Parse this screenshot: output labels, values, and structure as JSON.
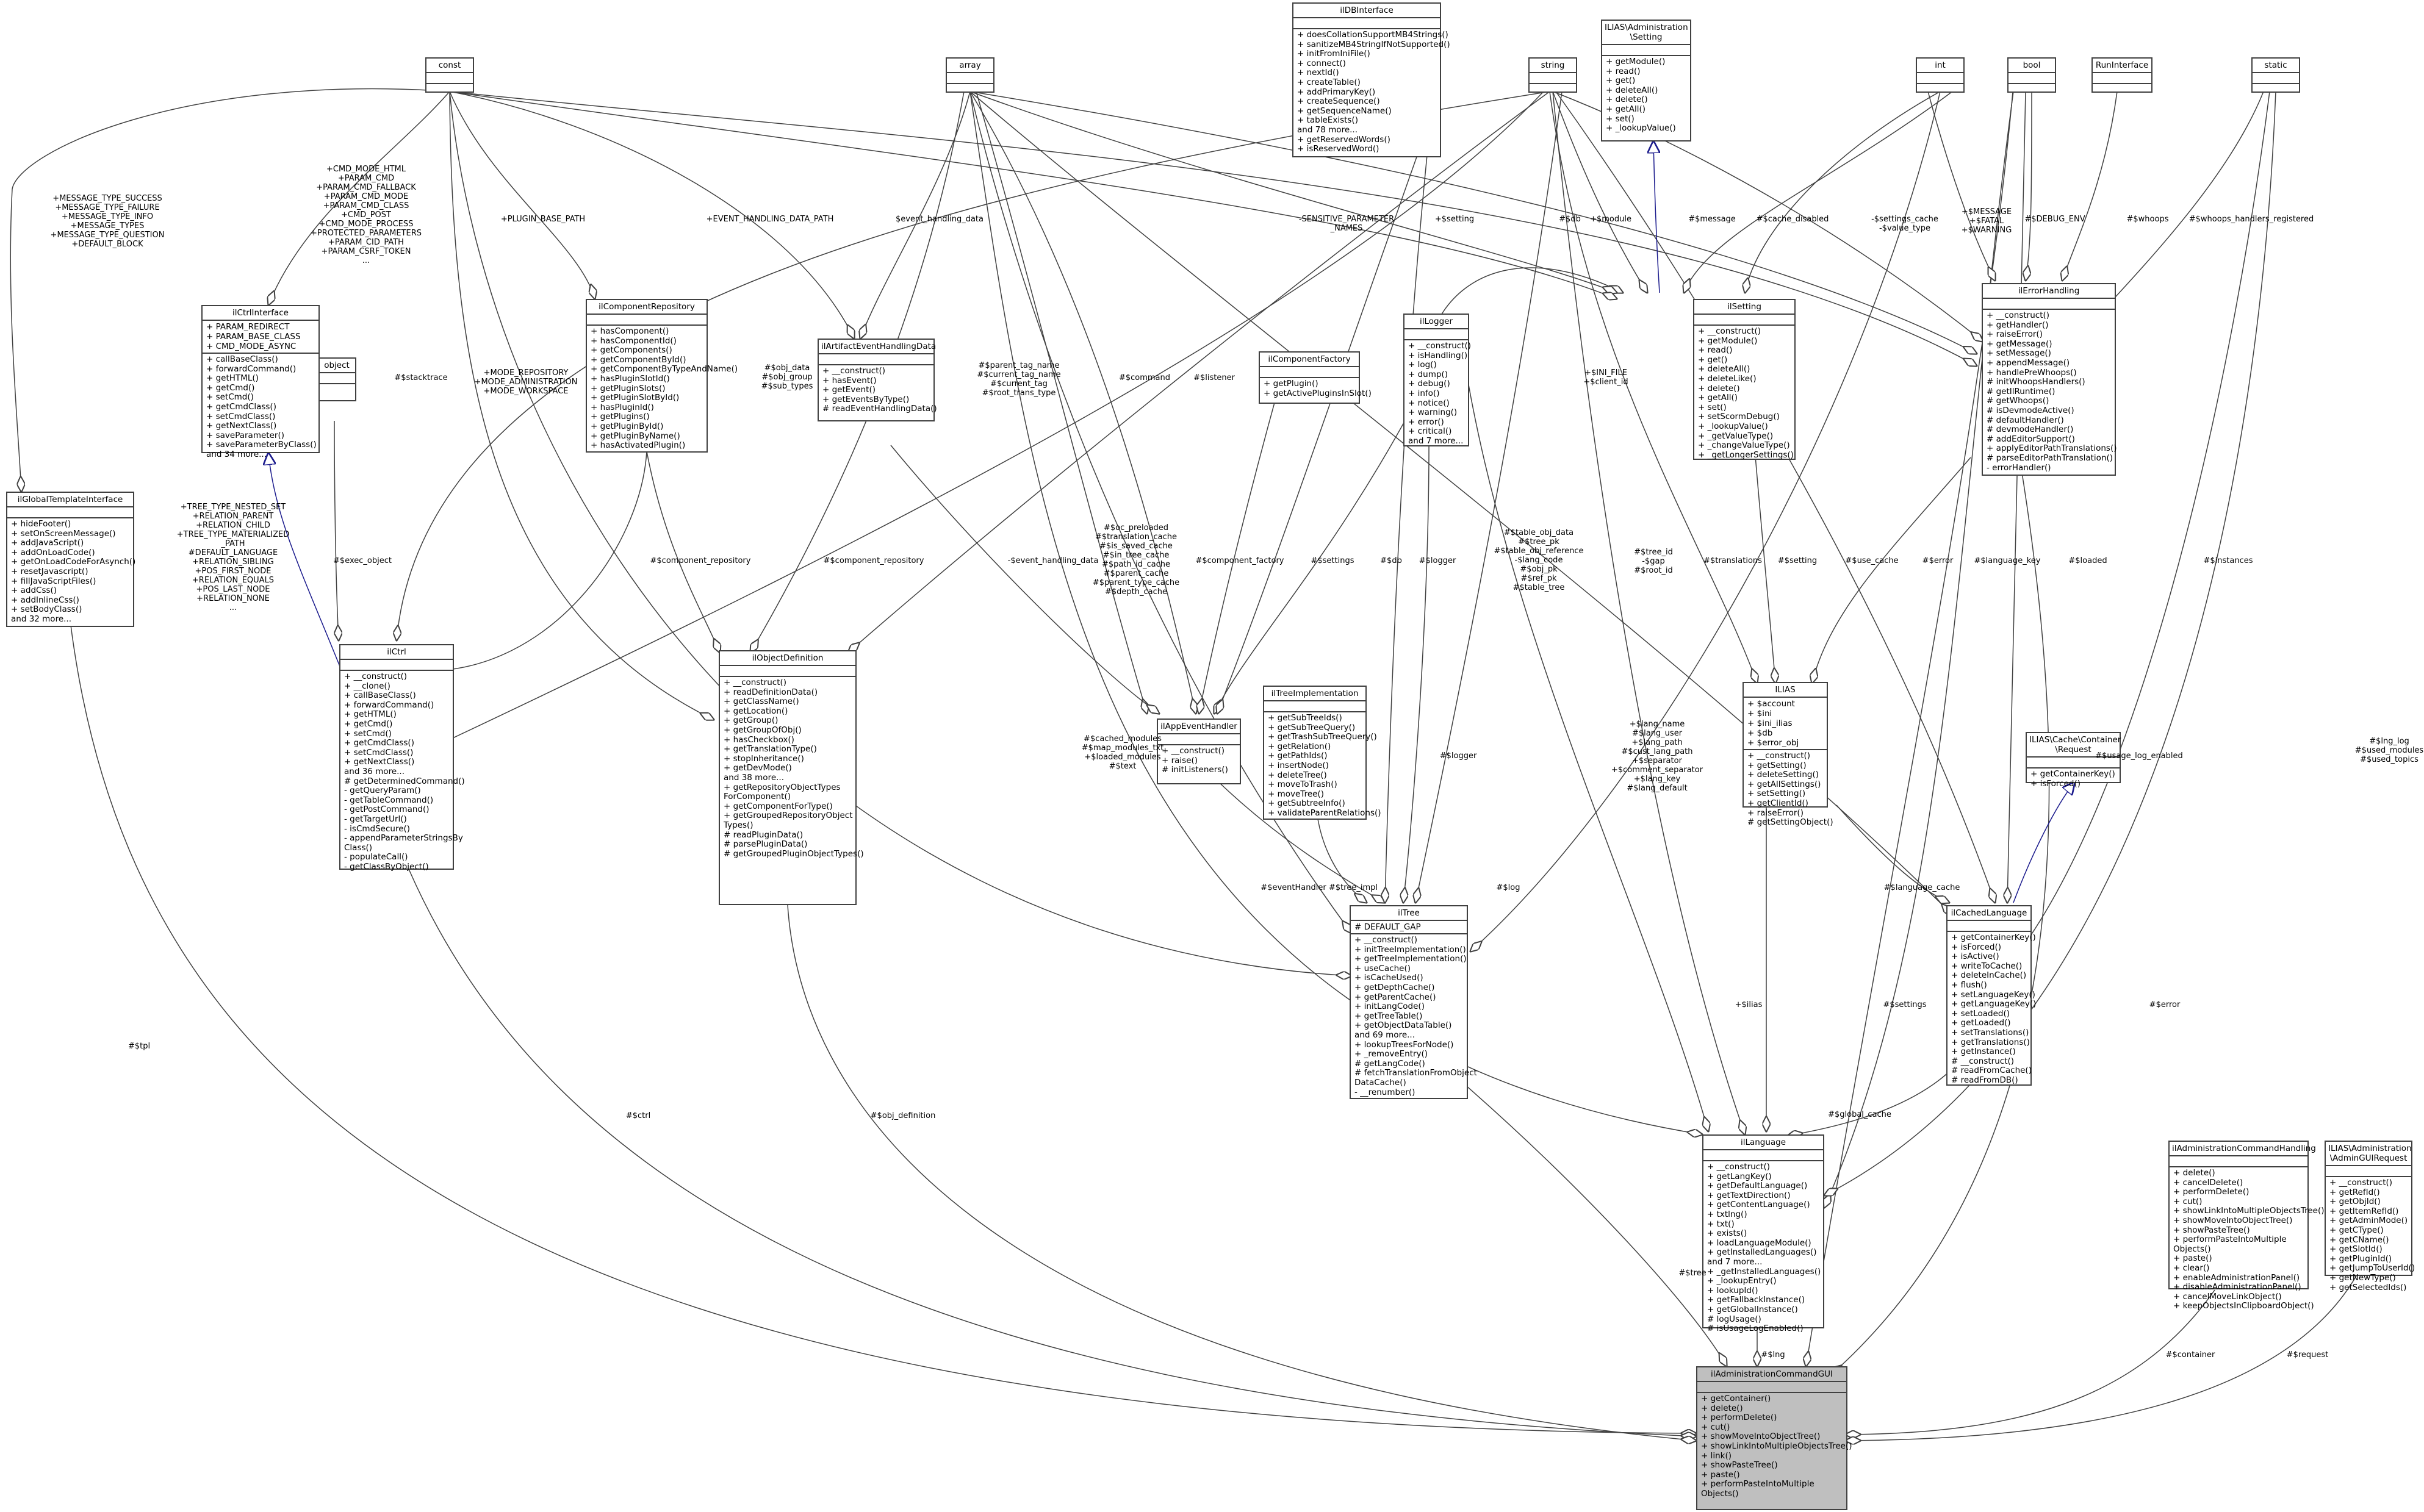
{
  "nodes": {
    "ilIDBInterface": {
      "title": "ilDBInterface",
      "attrs": [],
      "ops": [
        "+ doesCollationSupportMB4Strings()",
        "+ sanitizeMB4StringIfNotSupported()",
        "+ initFromIniFile()",
        "+ connect()",
        "+ nextId()",
        "+ createTable()",
        "+ addPrimaryKey()",
        "+ createSequence()",
        "+ getSequenceName()",
        "+ tableExists()",
        "and 78 more...",
        "+ getReservedWords()",
        "+ isReservedWord()"
      ]
    },
    "ILIASSetting": {
      "title": "ILIAS\\Administration\n\\Setting",
      "attrs": [],
      "ops": [
        "+ getModule()",
        "+ read()",
        "+ get()",
        "+ deleteAll()",
        "+ delete()",
        "+ getAll()",
        "+ set()",
        "+ _lookupValue()"
      ]
    },
    "const": {
      "title": "const",
      "attrs": [],
      "ops": []
    },
    "array": {
      "title": "array",
      "attrs": [],
      "ops": []
    },
    "string": {
      "title": "string",
      "attrs": [],
      "ops": []
    },
    "int": {
      "title": "int",
      "attrs": [],
      "ops": []
    },
    "bool": {
      "title": "bool",
      "attrs": [],
      "ops": []
    },
    "RunInterface": {
      "title": "RunInterface",
      "attrs": [],
      "ops": []
    },
    "static": {
      "title": "static",
      "attrs": [],
      "ops": []
    },
    "object": {
      "title": "object",
      "attrs": [],
      "ops": []
    },
    "ilCtrlInterface": {
      "title": "ilCtrlInterface",
      "attrs": [
        "+ PARAM_REDIRECT",
        "+ PARAM_BASE_CLASS",
        "+ CMD_MODE_ASYNC"
      ],
      "ops": [
        "+ callBaseClass()",
        "+ forwardCommand()",
        "+ getHTML()",
        "+ getCmd()",
        "+ setCmd()",
        "+ getCmdClass()",
        "+ setCmdClass()",
        "+ getNextClass()",
        "+ saveParameter()",
        "+ saveParameterByClass()",
        "and 34 more..."
      ]
    },
    "ilComponentRepository": {
      "title": "ilComponentRepository",
      "attrs": [],
      "ops": [
        "+ hasComponent()",
        "+ hasComponentId()",
        "+ getComponents()",
        "+ getComponentById()",
        "+ getComponentByTypeAndName()",
        "+ hasPluginSlotId()",
        "+ getPluginSlots()",
        "+ getPluginSlotById()",
        "+ hasPluginId()",
        "+ getPlugins()",
        "+ getPluginById()",
        "+ getPluginByName()",
        "+ hasActivatedPlugin()"
      ]
    },
    "ilArtifactEventHandlingData": {
      "title": "ilArtifactEventHandlingData",
      "attrs": [],
      "ops": [
        "+ __construct()",
        "+ hasEvent()",
        "+ getEvent()",
        "+ getEventsByType()",
        "# readEventHandlingData()"
      ]
    },
    "ilComponentFactory": {
      "title": "ilComponentFactory",
      "attrs": [],
      "ops": [
        "+ getPlugin()",
        "+ getActivePluginsInSlot()"
      ]
    },
    "ilLogger": {
      "title": "ilLogger",
      "attrs": [],
      "ops": [
        "+ __construct()",
        "+ isHandling()",
        "+ log()",
        "+ dump()",
        "+ debug()",
        "+ info()",
        "+ notice()",
        "+ warning()",
        "+ error()",
        "+ critical()",
        "and 7 more..."
      ]
    },
    "ilSetting": {
      "title": "ilSetting",
      "attrs": [],
      "ops": [
        "+ __construct()",
        "+ getModule()",
        "+ read()",
        "+ get()",
        "+ deleteAll()",
        "+ deleteLike()",
        "+ delete()",
        "+ getAll()",
        "+ set()",
        "+ setScormDebug()",
        "+ _lookupValue()",
        "+ _getValueType()",
        "+ _changeValueType()",
        "+ _getLongerSettings()"
      ]
    },
    "ilErrorHandling": {
      "title": "ilErrorHandling",
      "attrs": [],
      "ops": [
        "+ __construct()",
        "+ getHandler()",
        "+ raiseError()",
        "+ getMessage()",
        "+ setMessage()",
        "+ appendMessage()",
        "+ handlePreWhoops()",
        "# initWhoopsHandlers()",
        "# getIlRuntime()",
        "# getWhoops()",
        "# isDevmodeActive()",
        "# defaultHandler()",
        "# devmodeHandler()",
        "# addEditorSupport()",
        "+ applyEditorPathTranslations()",
        "# parseEditorPathTranslation()",
        "- errorHandler()"
      ]
    },
    "ilGlobalTemplateInterface": {
      "title": "ilGlobalTemplateInterface",
      "attrs": [],
      "ops": [
        "+ hideFooter()",
        "+ setOnScreenMessage()",
        "+ addJavaScript()",
        "+ addOnLoadCode()",
        "+ getOnLoadCodeForAsynch()",
        "+ resetJavascript()",
        "+ fillJavaScriptFiles()",
        "+ addCss()",
        "+ addInlineCss()",
        "+ setBodyClass()",
        "and 32 more..."
      ]
    },
    "ilCtrl": {
      "title": "ilCtrl",
      "attrs": [],
      "ops": [
        "+ __construct()",
        "+ __clone()",
        "+ callBaseClass()",
        "+ forwardCommand()",
        "+ getHTML()",
        "+ getCmd()",
        "+ setCmd()",
        "+ getCmdClass()",
        "+ setCmdClass()",
        "+ getNextClass()",
        "and 36 more...",
        "# getDeterminedCommand()",
        "- getQueryParam()",
        "- getTableCommand()",
        "- getPostCommand()",
        "- getTargetUrl()",
        "- isCmdSecure()",
        "- appendParameterStringsBy",
        "Class()",
        "- populateCall()",
        "- getClassByObject()"
      ]
    },
    "ilObjectDefinition": {
      "title": "ilObjectDefinition",
      "attrs": [],
      "ops": [
        "+ __construct()",
        "+ readDefinitionData()",
        "+ getClassName()",
        "+ getLocation()",
        "+ getGroup()",
        "+ getGroupOfObj()",
        "+ hasCheckbox()",
        "+ getTranslationType()",
        "+ stopInheritance()",
        "+ getDevMode()",
        "and 38 more...",
        "+ getRepositoryObjectTypes",
        "ForComponent()",
        "+ getComponentForType()",
        "+ getGroupedRepositoryObject",
        "Types()",
        "# readPluginData()",
        "# parsePluginData()",
        "# getGroupedPluginObjectTypes()"
      ]
    },
    "ilAppEventHandler": {
      "title": "ilAppEventHandler",
      "attrs": [],
      "ops": [
        "+ __construct()",
        "+ raise()",
        "# initListeners()"
      ]
    },
    "ilTreeImplementation": {
      "title": "ilTreeImplementation",
      "attrs": [],
      "ops": [
        "+ getSubTreeIds()",
        "+ getSubTreeQuery()",
        "+ getTrashSubTreeQuery()",
        "+ getRelation()",
        "+ getPathIds()",
        "+ insertNode()",
        "+ deleteTree()",
        "+ moveToTrash()",
        "+ moveTree()",
        "+ getSubtreeInfo()",
        "+ validateParentRelations()"
      ]
    },
    "ILIAS": {
      "title": "ILIAS",
      "attrs": [
        "+ $account",
        "+ $ini",
        "+ $ini_ilias",
        "+ $db",
        "+ $error_obj"
      ],
      "ops": [
        "+ __construct()",
        "+ getSetting()",
        "+ deleteSetting()",
        "+ getAllSettings()",
        "+ setSetting()",
        "+ getClientId()",
        "+ raiseError()",
        "# getSettingObject()"
      ]
    },
    "ILIASCacheContainerRequest": {
      "title": "ILIAS\\Cache\\Container\n\\Request",
      "attrs": [],
      "ops": [
        "+ getContainerKey()",
        "+ isForced()"
      ]
    },
    "ilTree": {
      "title": "ilTree",
      "attrs": [
        "# DEFAULT_GAP"
      ],
      "ops": [
        "+ __construct()",
        "+ initTreeImplementation()",
        "+ getTreeImplementation()",
        "+ useCache()",
        "+ isCacheUsed()",
        "+ getDepthCache()",
        "+ getParentCache()",
        "+ initLangCode()",
        "+ getTreeTable()",
        "+ getObjectDataTable()",
        "and 69 more...",
        "+ lookupTreesForNode()",
        "+ _removeEntry()",
        "# getLangCode()",
        "# fetchTranslationFromObject",
        "DataCache()",
        "- __renumber()"
      ]
    },
    "ilCachedLanguage": {
      "title": "ilCachedLanguage",
      "attrs": [],
      "ops": [
        "+ getContainerKey()",
        "+ isForced()",
        "+ isActive()",
        "+ writeToCache()",
        "+ deleteInCache()",
        "+ flush()",
        "+ setLanguageKey()",
        "+ getLanguageKey()",
        "+ setLoaded()",
        "+ getLoaded()",
        "+ setTranslations()",
        "+ getTranslations()",
        "+ getInstance()",
        "# __construct()",
        "# readFromCache()",
        "# readFromDB()"
      ]
    },
    "ilLanguage": {
      "title": "ilLanguage",
      "attrs": [],
      "ops": [
        "+ __construct()",
        "+ getLangKey()",
        "+ getDefaultLanguage()",
        "+ getTextDirection()",
        "+ getContentLanguage()",
        "+ txtlng()",
        "+ txt()",
        "+ exists()",
        "+ loadLanguageModule()",
        "+ getInstalledLanguages()",
        "and 7 more...",
        "+ _getInstalledLanguages()",
        "+ _lookupEntry()",
        "+ lookupId()",
        "+ getFallbackInstance()",
        "+ getGlobalInstance()",
        "# logUsage()",
        "# isUsageLogEnabled()"
      ]
    },
    "ilAdministrationCommandHandling": {
      "title": "ilAdministrationCommandHandling",
      "attrs": [],
      "ops": [
        "+ delete()",
        "+ cancelDelete()",
        "+ performDelete()",
        "+ cut()",
        "+ showLinkIntoMultipleObjectsTree()",
        "+ showMoveIntoObjectTree()",
        "+ showPasteTree()",
        "+ performPasteIntoMultiple",
        "Objects()",
        "+ paste()",
        "+ clear()",
        "+ enableAdministrationPanel()",
        "+ disableAdministrationPanel()",
        "+ cancelMoveLinkObject()",
        "+ keepObjectsInClipboardObject()"
      ]
    },
    "ILIASAdminGUIRequest": {
      "title": "ILIAS\\Administration\n\\AdminGUIRequest",
      "attrs": [],
      "ops": [
        "+ __construct()",
        "+ getRefId()",
        "+ getObjId()",
        "+ getItemRefId()",
        "+ getAdminMode()",
        "+ getCType()",
        "+ getCName()",
        "+ getSlotId()",
        "+ getPluginId()",
        "+ getJumpToUserId()",
        "+ getNewType()",
        "+ getSelectedIds()"
      ]
    },
    "ilAdministrationCommandGUI": {
      "title": "ilAdministrationCommandGUI",
      "attrs": [],
      "ops": [
        "+ getContainer()",
        "+ delete()",
        "+ performDelete()",
        "+ cut()",
        "+ showMoveIntoObjectTree()",
        "+ showLinkIntoMultipleObjectsTree()",
        "+ link()",
        "+ showPasteTree()",
        "+ paste()",
        "+ performPasteIntoMultiple",
        "Objects()"
      ]
    }
  },
  "edge_labels": {
    "msg_types": "+MESSAGE_TYPE_SUCCESS\n+MESSAGE_TYPE_FAILURE\n+MESSAGE_TYPE_INFO\n+MESSAGE_TYPES\n+MESSAGE_TYPE_QUESTION\n+DEFAULT_BLOCK",
    "cmd_modes": "+CMD_MODE_HTML\n+PARAM_CMD\n+PARAM_CMD_FALLBACK\n+PARAM_CMD_MODE\n+PARAM_CMD_CLASS\n+CMD_POST\n+CMD_MODE_PROCESS\n+PROTECTED_PARAMETERS\n+PARAM_CID_PATH\n+PARAM_CSRF_TOKEN\n...",
    "plugin_base_path": "+PLUGIN_BASE_PATH",
    "event_handling_data_path": "+EVENT_HANDLING_DATA_PATH",
    "event_handling_data": "$event_handling_data",
    "sensitive_params": "-SENSITIVE_PARAMETER\n_NAMES",
    "setting_plus": "+$setting",
    "db": "#$db",
    "module": "+$module",
    "message": "#$message",
    "cache_disabled": "#$cache_disabled",
    "settings_cache": "-$settings_cache\n-$value_type",
    "message_fatal": "+$MESSAGE\n+$FATAL\n+$WARNING",
    "debug_env": "#$DEBUG_ENV",
    "whoops": "#$whoops",
    "whoops_handlers": "#$whoops_handlers_registered",
    "stacktrace": "#$stacktrace",
    "modes": "+MODE_REPOSITORY\n+MODE_ADMINISTRATION\n+MODE_WORKSPACE",
    "obj_data": "#$obj_data\n#$obj_group\n#$sub_types",
    "parent_tag": "#$parent_tag_name\n#$current_tag_name\n#$current_tag\n#$root_trans_type",
    "command": "#$command",
    "listener": "#$listener",
    "ini_file": "+$INI_FILE\n+$client_id",
    "tree_constants": "+TREE_TYPE_NESTED_SET\n+RELATION_PARENT\n+RELATION_CHILD\n+TREE_TYPE_MATERIALIZED\n_PATH\n#DEFAULT_LANGUAGE\n+RELATION_SIBLING\n+POS_FIRST_NODE\n+RELATION_EQUALS\n+POS_LAST_NODE\n+RELATION_NONE\n...",
    "exec_object": "#$exec_object",
    "component_repository_1": "#$component_repository",
    "component_repository_2": "#$component_repository",
    "oc_preloaded": "#$oc_preloaded\n#$translation_cache\n#$is_saved_cache\n#$in_tree_cache\n#$path_id_cache\n#$parent_cache\n#$parent_type_cache\n#$depth_cache",
    "event_handling_data_2": "-$event_handling_data",
    "component_factory": "#$component_factory",
    "settings": "#$settings",
    "logger": "#$logger",
    "db2": "#$db",
    "table_obj_data": "#$table_obj_data\n#$tree_pk\n#$table_obj_reference\n-$lang_code\n#$obj_pk\n#$ref_pk\n#$table_tree",
    "tree_id": "#$tree_id\n-$gap\n#$root_id",
    "translations": "#$translations",
    "setting": "#$setting",
    "use_cache": "#$use_cache",
    "error": "#$error",
    "language_key": "#$language_key",
    "loaded": "#$loaded",
    "instances": "#$instances",
    "cached_modules": "#$cached_modules\n#$map_modules_txt\n+$loaded_modules\n#$text",
    "logger2": "#$logger",
    "event_handler": "#$eventHandler",
    "tree_impl": "#$tree_impl",
    "log": "#$log",
    "lang_name": "+$lang_name\n#$lang_user\n+$lang_path\n#$cust_lang_path\n+$separator\n+$comment_separator\n+$lang_key\n#$lang_default",
    "language_cache": "#$language_cache",
    "usage_log_enabled": "#$usage_log_enabled",
    "lng_log": "#$lng_log\n#$used_modules\n#$used_topics",
    "ilias": "+$ilias",
    "global_cache": "#$global_cache",
    "tpl": "#$tpl",
    "ctrl": "#$ctrl",
    "obj_definition": "#$obj_definition",
    "tree": "#$tree",
    "settings2": "#$settings",
    "error2": "#$error",
    "lng": "#$lng",
    "container": "#$container",
    "request": "#$request"
  },
  "colors": {
    "line": "#404040",
    "inherit": "#1a1a8c",
    "highlight": "#bfbfbf"
  }
}
